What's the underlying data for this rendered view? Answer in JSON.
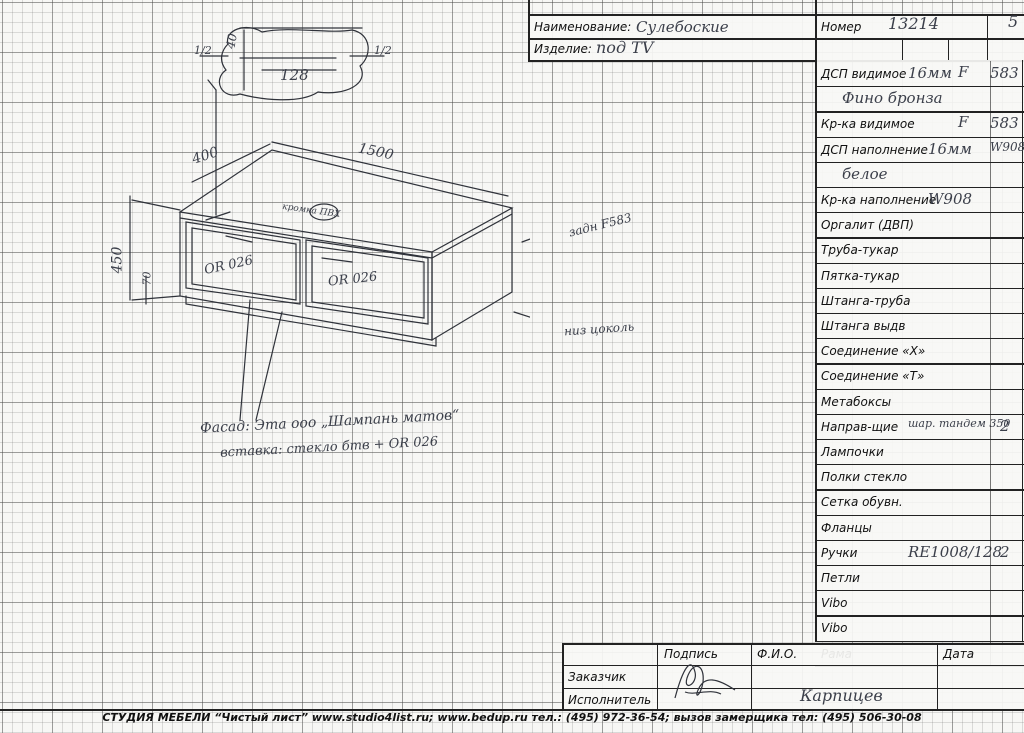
{
  "header": {
    "name_label": "Наименование:",
    "name_value": "Сулебоские",
    "product_label": "Изделие:",
    "product_value": "под TV",
    "number_label": "Номер",
    "number_value": "13214",
    "corner_value": "5"
  },
  "spec_rows": [
    {
      "label": "ДСП видимое",
      "value": "16мм",
      "code": "F",
      "extra": "583"
    },
    {
      "label": "",
      "value": "Фино бронза",
      "code": "",
      "extra": ""
    },
    {
      "label": "Кр-ка видимое",
      "value": "",
      "code": "F",
      "extra": "583"
    },
    {
      "label": "ДСП наполнение",
      "value": "16мм",
      "code": "",
      "extra": "W908"
    },
    {
      "label": "",
      "value": "белое",
      "code": "",
      "extra": ""
    },
    {
      "label": "Кр-ка наполнение",
      "value": "W908",
      "code": "",
      "extra": ""
    },
    {
      "label": "Оргалит (ДВП)",
      "value": "",
      "code": "",
      "extra": ""
    },
    {
      "label": "Труба-тукар",
      "value": "",
      "code": "",
      "extra": ""
    },
    {
      "label": "Пятка-тукар",
      "value": "",
      "code": "",
      "extra": ""
    },
    {
      "label": "Штанга-труба",
      "value": "",
      "code": "",
      "extra": ""
    },
    {
      "label": "Штанга выдв",
      "value": "",
      "code": "",
      "extra": ""
    },
    {
      "label": "Соединение «X»",
      "value": "",
      "code": "",
      "extra": ""
    },
    {
      "label": "Соединение «Т»",
      "value": "",
      "code": "",
      "extra": ""
    },
    {
      "label": "Метабоксы",
      "value": "",
      "code": "",
      "extra": ""
    },
    {
      "label": "Направ-щие",
      "value": "шар. тандем 350",
      "code": "",
      "extra": "2"
    },
    {
      "label": "Лампочки",
      "value": "",
      "code": "",
      "extra": ""
    },
    {
      "label": "Полки стекло",
      "value": "",
      "code": "",
      "extra": ""
    },
    {
      "label": "Сетка обувн.",
      "value": "",
      "code": "",
      "extra": ""
    },
    {
      "label": "Фланцы",
      "value": "",
      "code": "",
      "extra": ""
    },
    {
      "label": "Ручки",
      "value": "RE1008/128",
      "code": "",
      "extra": "2"
    },
    {
      "label": "Петли",
      "value": "",
      "code": "",
      "extra": ""
    },
    {
      "label": "Vibo",
      "value": "",
      "code": "",
      "extra": ""
    },
    {
      "label": "Vibo",
      "value": "",
      "code": "",
      "extra": ""
    },
    {
      "label": "Рама",
      "value": "",
      "code": "",
      "extra": ""
    }
  ],
  "signature_table": {
    "col_signature": "Подпись",
    "col_name": "Ф.И.О.",
    "col_date": "Дата",
    "row_customer": "Заказчик",
    "row_executor": "Исполнитель",
    "executor_name": "Карпицев"
  },
  "sketch": {
    "dim_width": "1500",
    "dim_depth": "400",
    "dim_height": "450",
    "dim_plinth": "70",
    "dim_handle": "128",
    "dim_top_offset": "40",
    "dim_half_left": "1/2",
    "dim_half_right": "1/2",
    "label_kromka": "кромка ПВХ",
    "label_code_left": "OR 026",
    "label_code_right": "OR 026",
    "label_right_top": "задн F583",
    "label_right_bottom": "низ цоколь",
    "facade_line1": "Фасад: Эта ооо „Шампань матов“",
    "facade_line2": "вставка: стекло бтв + OR 026"
  },
  "footer": {
    "text": "СТУДИЯ МЕБЕЛИ “Чистый лист” www.studio4list.ru;  www.bedup.ru  тел.: (495) 972-36-54; вызов замерщика тел: (495) 506-30-08"
  }
}
